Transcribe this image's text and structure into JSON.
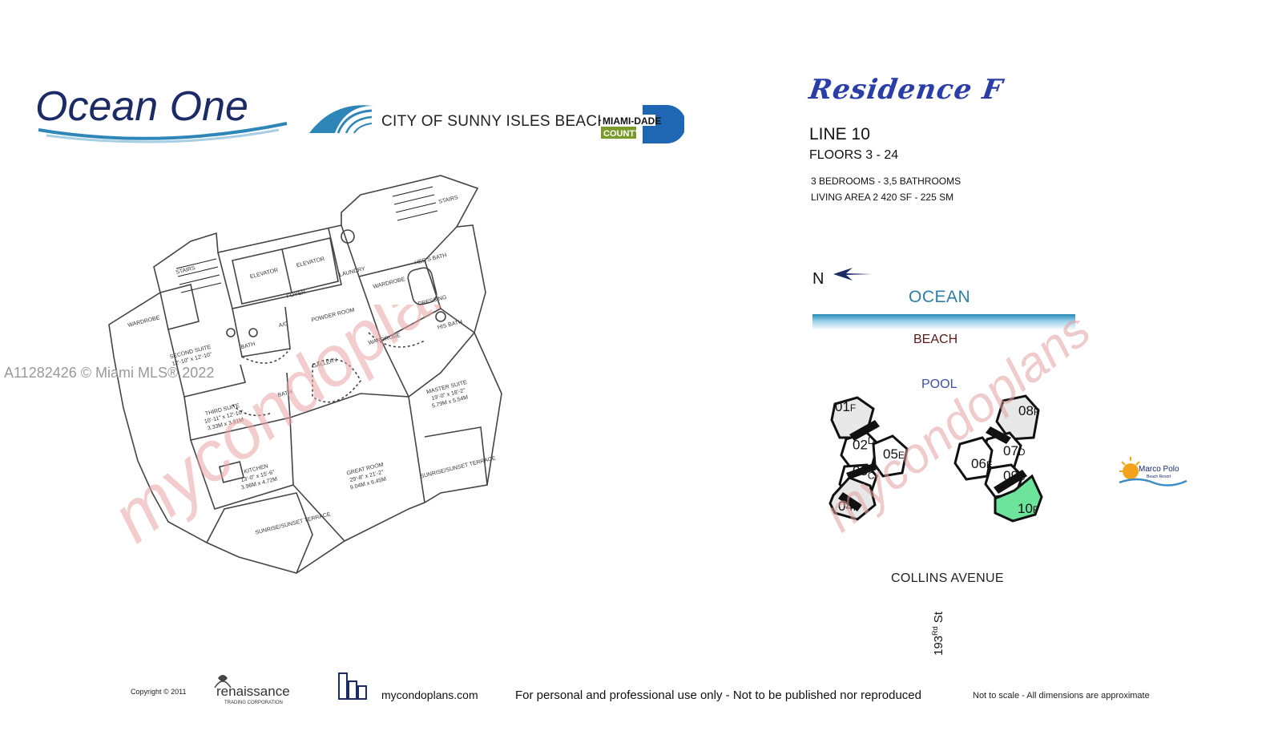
{
  "header": {
    "brand_logo": "Ocean One",
    "city_name": "CITY OF SUNNY ISLES BEACH",
    "county_logo_top": "MIAMI-DADE",
    "county_logo_bottom": "COUNTY"
  },
  "residence": {
    "title": "Residence F",
    "line": "LINE 10",
    "floors": "FLOORS 3 - 24",
    "bedrooms": "3 BEDROOMS - 3,5 BATHROOMS",
    "area": "LIVING AREA 2 420 SF - 225 SM"
  },
  "floorplan": {
    "rooms": {
      "stairs_left": "STAIRS",
      "stairs_right": "STAIRS",
      "elevator1": "ELEVATOR",
      "elevator2": "ELEVATOR",
      "laundry": "LAUNDRY",
      "foyer": "FOYER",
      "wardrobe_left": "WARDROBE",
      "wardrobe_master": "WARDROBE",
      "wardrobe_mid": "WARDROBE",
      "dressing": "DRESSING",
      "hers_bath": "HER'S BATH",
      "his_bath": "HIS BATH",
      "powder": "POWDER ROOM",
      "ac": "A/C",
      "bath": "BATH",
      "bath2": "BATH",
      "gallery": "GALLERY",
      "second_suite": "SECOND SUITE",
      "second_suite_dim": "12'-10\" x 12'-10\"",
      "third_suite": "THIRD SUITE",
      "third_suite_dim1": "10'-11\" x 12'-10\"",
      "third_suite_dim2": "3.33M x 3.91M",
      "master_suite": "MASTER SUITE",
      "master_suite_dim1": "19'-0\" x 18'-2\"",
      "master_suite_dim2": "5.79M x 5.54M",
      "kitchen": "KITCHEN",
      "kitchen_dim1": "13'-0\" x 15'-6\"",
      "kitchen_dim2": "3.96M x 4.72M",
      "great_room": "GREAT ROOM",
      "great_room_dim1": "29'-8\" x 21'-2\"",
      "great_room_dim2": "9.04M x 6.45M",
      "terrace_right": "SUNRISE/SUNSET TERRACE",
      "terrace_bottom": "SUNRISE/SUNSET TERRACE"
    }
  },
  "siteplan": {
    "north": "N",
    "ocean": "OCEAN",
    "beach": "BEACH",
    "pool": "POOL",
    "street_main": "COLLINS AVENUE",
    "street_side": "193",
    "street_side_sup": "Rd",
    "street_side_suffix": " St",
    "highlight_color": "#6ee39b",
    "units_left": [
      {
        "num": "01",
        "type": "F"
      },
      {
        "num": "02",
        "type": "D"
      },
      {
        "num": "05",
        "type": "E"
      },
      {
        "num": "03",
        "type": "C"
      },
      {
        "num": "04",
        "type": "F"
      }
    ],
    "units_right": [
      {
        "num": "08",
        "type": "F"
      },
      {
        "num": "07",
        "type": "D"
      },
      {
        "num": "06",
        "type": "E"
      },
      {
        "num": "09",
        "type": "C"
      },
      {
        "num": "10",
        "type": "F"
      }
    ]
  },
  "watermark": {
    "mls": "A11282426 © Miami MLS® 2022",
    "mycondoplans": "mycondoplans"
  },
  "footer": {
    "copyright": "Copyright  ©  2011",
    "renaissance": "renaissance",
    "renaissance_sub": "TRADING CORPORATION",
    "site": "mycondoplans.com",
    "usage": "For personal and professional use only - Not to be published nor reproduced",
    "scale": "Not to scale - All dimensions are approximate",
    "partner_logo_top": "Marco Polo",
    "partner_logo_bottom": "Beach Resort"
  },
  "colors": {
    "brand_navy": "#1c2a66",
    "wave_blue": "#2e86b8",
    "residence_blue": "#2b3ea8",
    "ocean_text": "#2e7fa3",
    "county_blue": "#1f66b3",
    "county_green": "#7a9a2a"
  }
}
